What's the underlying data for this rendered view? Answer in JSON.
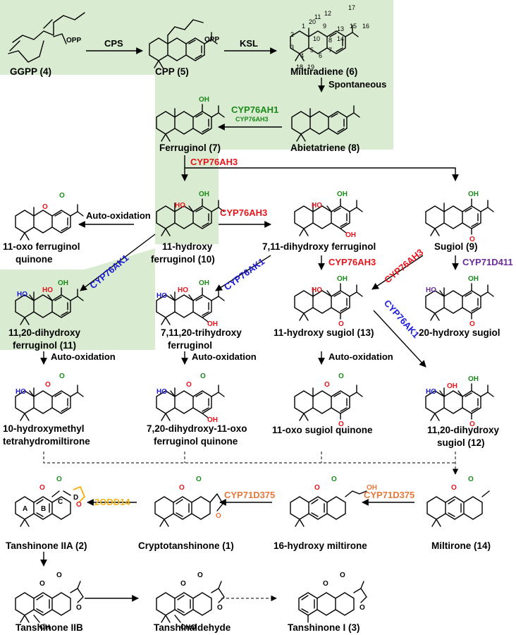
{
  "colors": {
    "highlight": "#d9ebd0",
    "red": "#e8141b",
    "green": "#1a8a1a",
    "blue": "#1c1cd6",
    "purple": "#6a2c99",
    "orange": "#e8793a",
    "yellow": "#f2b41c"
  },
  "compounds": {
    "ggpp": "GGPP (4)",
    "cpp": "CPP (5)",
    "miltiradiene": "Miltiradiene (6)",
    "ferruginol": "Ferruginol (7)",
    "abietatriene": "Abietatriene (8)",
    "oxo_quinone_l1": "11-oxo ferruginol",
    "oxo_quinone_l2": "quinone",
    "hydroxy_ferr_l1": "11-hydroxy",
    "hydroxy_ferr_l2": "ferruginol (10)",
    "dihydroxy711": "7,11-dihydroxy ferruginol",
    "sugiol": "Sugiol (9)",
    "dihydroxy1120_l1": "11,20-dihydroxy",
    "dihydroxy1120_l2": "ferruginol (11)",
    "trihydroxy_l1": "7,11,20-trihydroxy",
    "trihydroxy_l2": "ferruginol",
    "hydroxy_sugiol": "11-hydroxy sugiol (13)",
    "hydroxy20_sugiol": "20-hydroxy sugiol",
    "hydroxymethyl_l1": "10-hydroxymethyl",
    "hydroxymethyl_l2": "tetrahydromiltirone",
    "dihydroxy_oxo_l1": "7,20-dihydroxy-11-oxo",
    "dihydroxy_oxo_l2": "ferruginol quinone",
    "oxo_sugiol_quinone": "11-oxo sugiol quinone",
    "dihydroxy_sugiol_l1": "11,20-dihydroxy",
    "dihydroxy_sugiol_l2": "sugiol (12)",
    "tanshinone_2a": "Tanshinone IIA (2)",
    "cryptotanshinone": "Cryptotanshinone (1)",
    "hydroxy_miltirone": "16-hydroxy miltirone",
    "miltirone": "Miltirone (14)",
    "tanshinone_2b": "Tanshinone IIB",
    "tanshinaldehyde": "Tanshinaldehyde",
    "tanshinone_1": "Tanshinone I (3)"
  },
  "enzymes": {
    "cps": "CPS",
    "ksl": "KSL",
    "spontaneous": "Spontaneous",
    "cyp76ah1": "CYP76AH1",
    "cyp76ah3_small": "CYP76AH3",
    "cyp76ah3": "CYP76AH3",
    "auto_oxidation": "Auto-oxidation",
    "cyp76ak1": "CYP76AK1",
    "cyp71d411": "CYP71D411",
    "cyp71d375": "CYP71D375",
    "twoodd14": "2ODD14"
  },
  "atoms": {
    "opp": "OPP",
    "oh": "OH",
    "ho": "HO",
    "o": "O",
    "cho": "CHO",
    "ring_a": "A",
    "ring_b": "B",
    "ring_c": "C",
    "ring_d": "D"
  },
  "numbering": [
    "1",
    "2",
    "3",
    "4",
    "5",
    "6",
    "7",
    "8",
    "9",
    "10",
    "11",
    "12",
    "13",
    "14",
    "15",
    "16",
    "17",
    "18",
    "19",
    "20"
  ]
}
